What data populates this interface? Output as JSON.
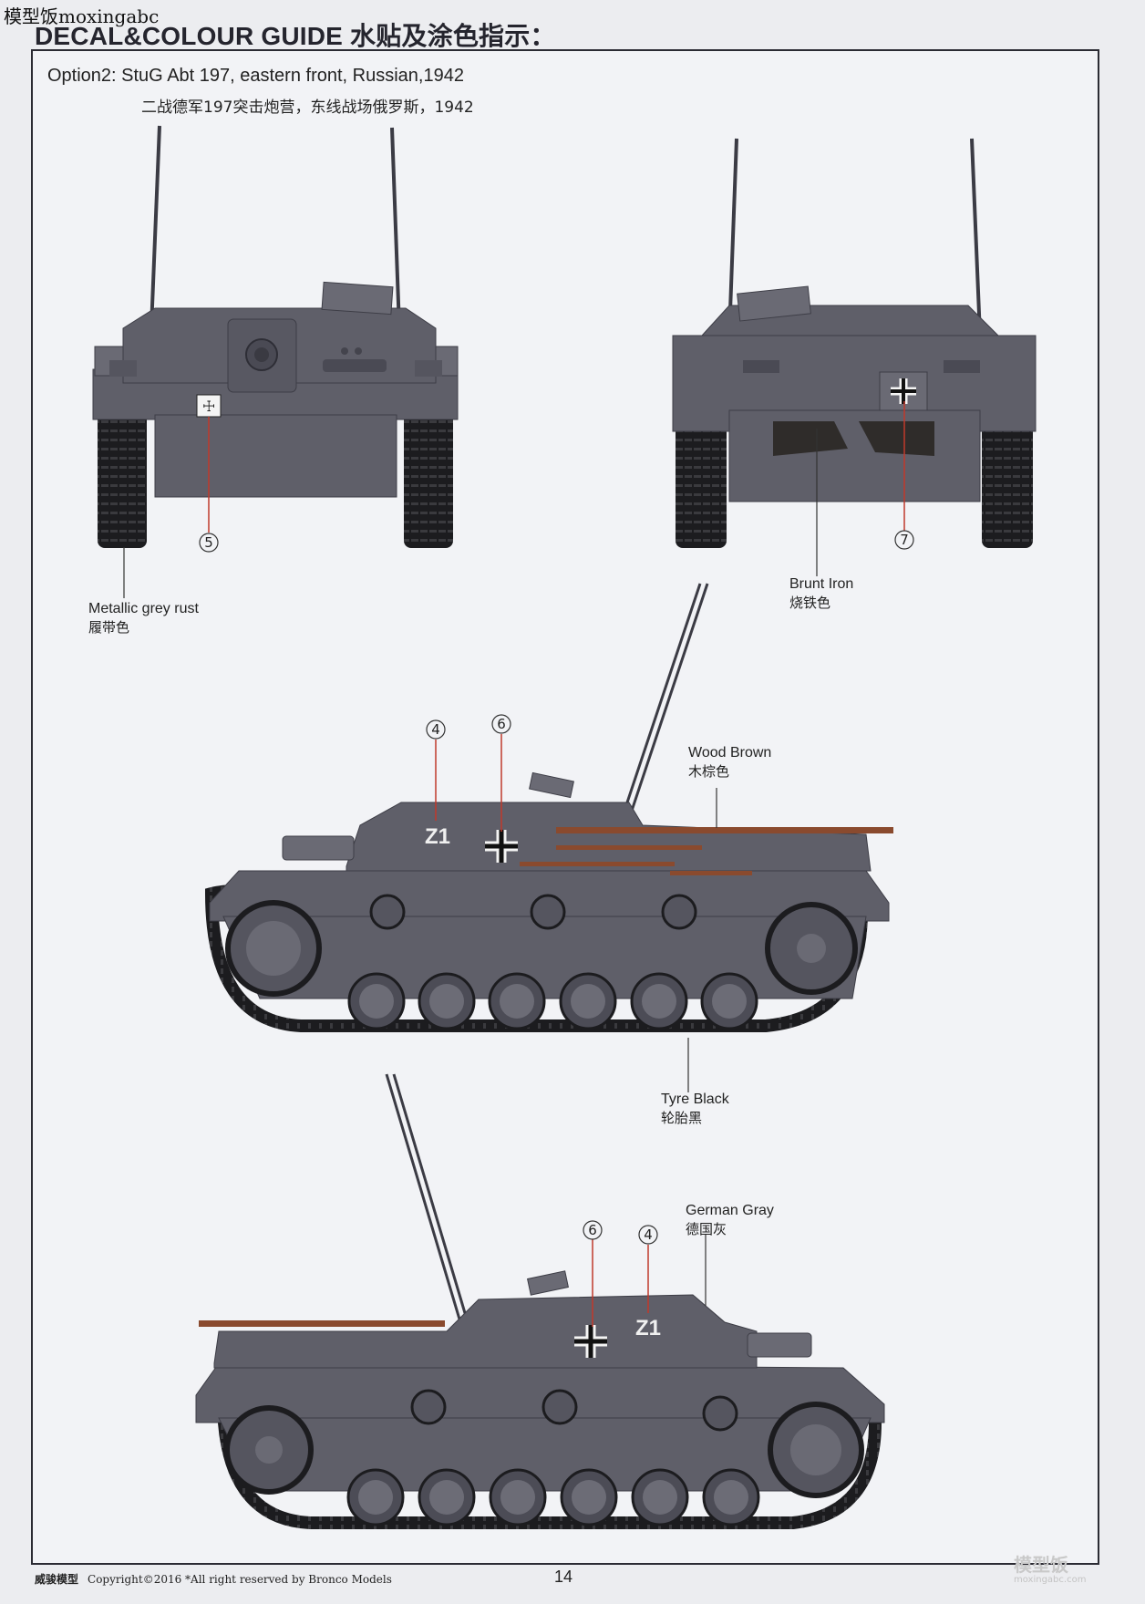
{
  "watermark_top_left": "模型饭moxingabc",
  "header": {
    "title": "DECAL&COLOUR GUIDE 水贴及涂色指示："
  },
  "option": {
    "title": "Option2:  StuG Abt 197, eastern front, Russian,1942",
    "subtitle_cn": "二战德军197突击炮营，东线战场俄罗斯，1942"
  },
  "colors": {
    "german_gray": "#5f5f69",
    "german_gray_dark": "#4a4a54",
    "tyre_black": "#1c1c1f",
    "wood_brown": "#8a4a2e",
    "brunt_iron": "#2f2c2a",
    "callout_red": "#c0392b"
  },
  "views": {
    "front": {
      "decal": "5",
      "color_labels": [
        {
          "en": "Metallic grey rust",
          "cn": "履带色"
        }
      ]
    },
    "rear": {
      "decal": "7",
      "color_labels": [
        {
          "en": "Brunt Iron",
          "cn": "烧铁色"
        }
      ]
    },
    "left_side": {
      "decals": [
        "4",
        "6"
      ],
      "marking": "Z1",
      "color_labels": [
        {
          "en": "Wood Brown",
          "cn": "木棕色"
        },
        {
          "en": "Tyre Black",
          "cn": "轮胎黑"
        }
      ]
    },
    "right_side": {
      "decals": [
        "6",
        "4"
      ],
      "marking": "Z1",
      "color_labels": [
        {
          "en": "German Gray",
          "cn": "德国灰"
        }
      ]
    }
  },
  "footer": {
    "brand_cn": "威骏模型",
    "copyright": "Copyright©2016  *All right reserved by Bronco Models",
    "page_number": "14"
  },
  "watermark_bottom_right": {
    "logo": "模型饭",
    "url": "moxingabc.com"
  }
}
